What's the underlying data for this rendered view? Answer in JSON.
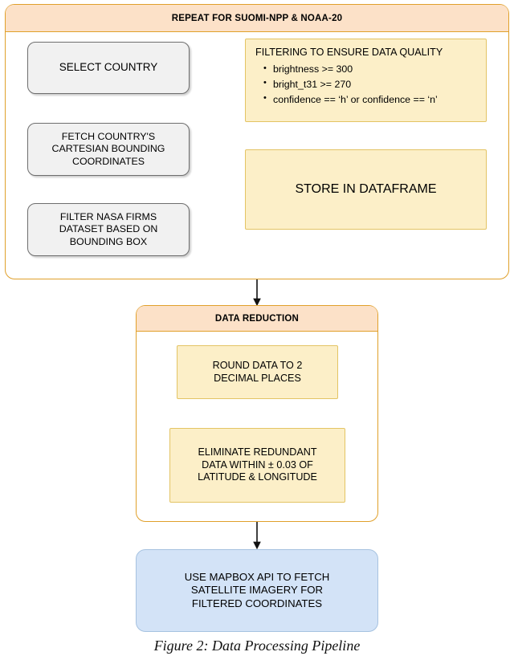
{
  "figure": {
    "caption": "Figure 2: Data Processing Pipeline"
  },
  "groups": {
    "repeat": {
      "header": "REPEAT FOR SUOMI-NPP & NOAA-20",
      "border_color": "#E0A02B",
      "header_bg": "#FCE1C8"
    },
    "data_reduction": {
      "header": "DATA REDUCTION",
      "border_color": "#E0A02B",
      "header_bg": "#FCE1C8"
    }
  },
  "nodes": {
    "select_country": {
      "lines": [
        "SELECT COUNTRY"
      ],
      "fill": "#F1F1F1",
      "border": "#6E6E6E"
    },
    "fetch_bounding": {
      "lines": [
        "FETCH COUNTRY'S",
        "CARTESIAN BOUNDING",
        "COORDINATES"
      ],
      "fill": "#F1F1F1",
      "border": "#6E6E6E"
    },
    "filter_firms": {
      "lines": [
        "FILTER NASA FIRMS",
        "DATASET BASED ON",
        "BOUNDING BOX"
      ],
      "fill": "#F1F1F1",
      "border": "#6E6E6E"
    },
    "filtering": {
      "title": "FILTERING TO ENSURE DATA QUALITY",
      "bullets": [
        "brightness >= 300",
        "bright_t31 >= 270",
        "confidence == ‘h’ or confidence == ‘n’"
      ],
      "fill": "#FCEFC8",
      "border": "#E3C464"
    },
    "store_dataframe": {
      "lines": [
        "STORE IN DATAFRAME"
      ],
      "fill": "#FCEFC8",
      "border": "#E3C464"
    },
    "round_data": {
      "lines": [
        "ROUND DATA TO 2",
        "DECIMAL PLACES"
      ],
      "fill": "#FCEFC8",
      "border": "#E3C464"
    },
    "eliminate_redundant": {
      "lines": [
        "ELIMINATE REDUNDANT",
        "DATA WITHIN ± 0.03 OF",
        "LATITUDE & LONGITUDE"
      ],
      "fill": "#FCEFC8",
      "border": "#E3C464"
    },
    "mapbox": {
      "lines": [
        "USE MAPBOX API TO FETCH",
        "SATELLITE IMAGERY FOR",
        "FILTERED COORDINATES"
      ],
      "fill": "#D3E3F7",
      "border": "#A6C2E0"
    }
  },
  "connectors": {
    "arrow_color": "#3A3A3A",
    "edges": [
      "select-country -> fetch-bounding",
      "fetch-bounding -> filter-firms",
      "filter-firms -> filtering",
      "filtering -> store-dataframe",
      "repeat-group -> data-reduction-group",
      "round-data -> eliminate-redundant",
      "data-reduction-group -> mapbox"
    ]
  }
}
